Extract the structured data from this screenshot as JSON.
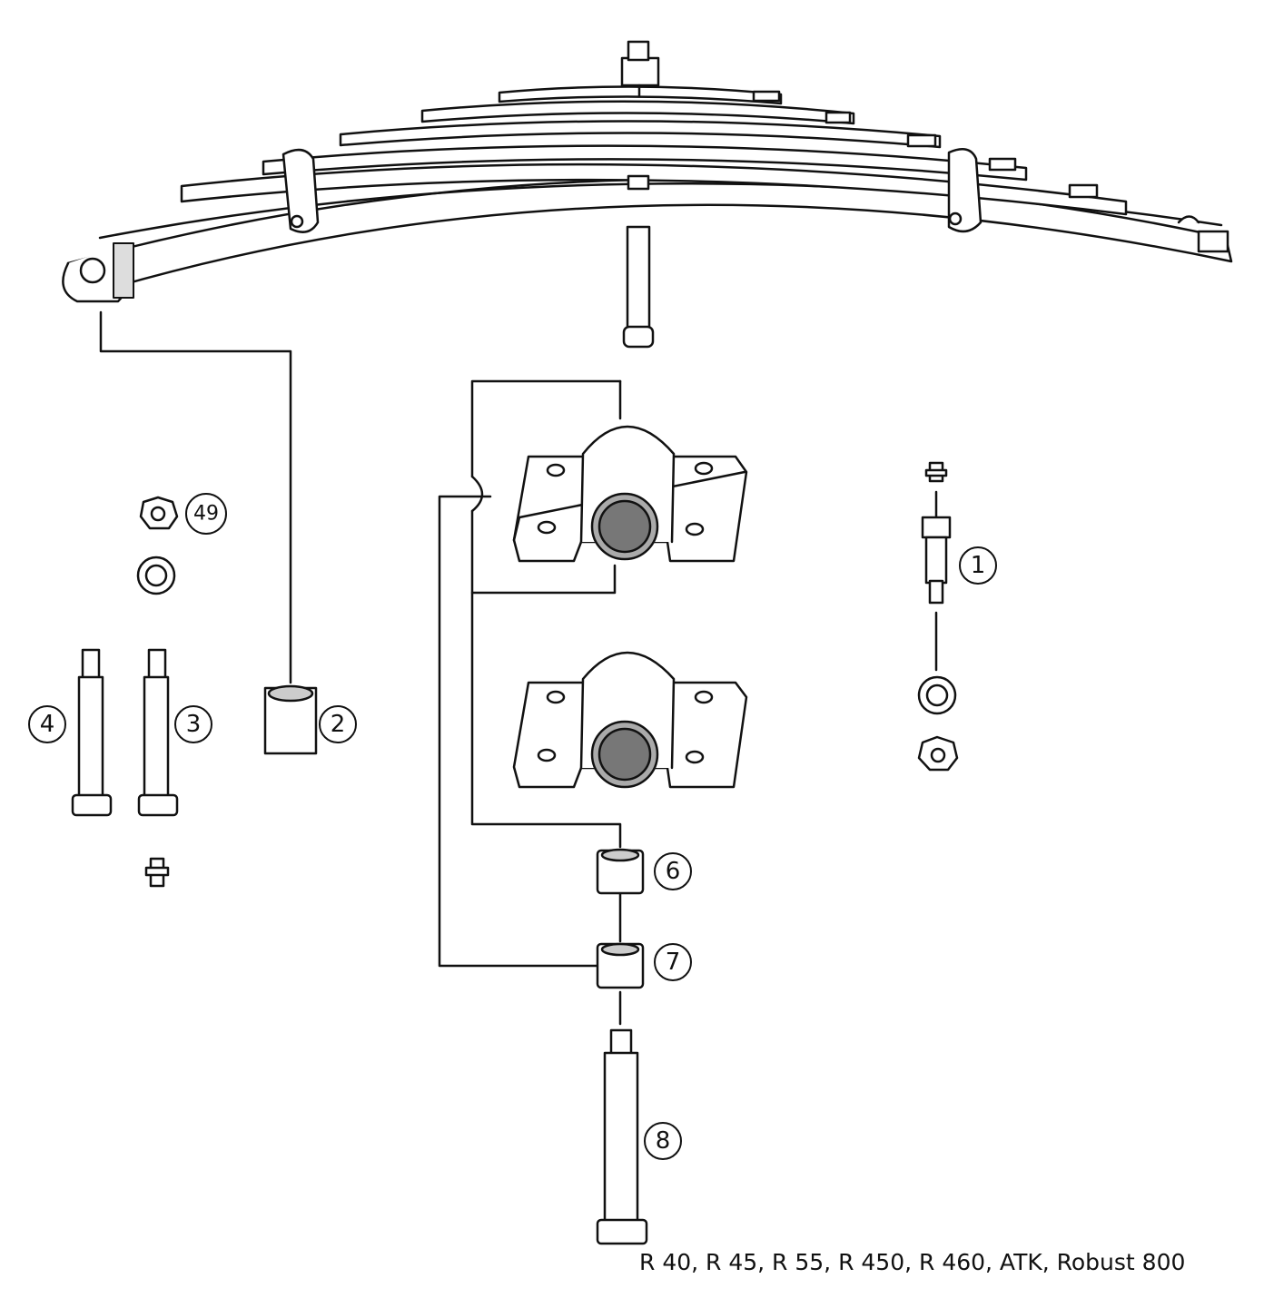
{
  "callouts": [
    {
      "id": "1",
      "label": "1"
    },
    {
      "id": "2",
      "label": "2"
    },
    {
      "id": "3",
      "label": "3"
    },
    {
      "id": "4",
      "label": "4"
    },
    {
      "id": "6",
      "label": "6"
    },
    {
      "id": "7",
      "label": "7"
    },
    {
      "id": "8",
      "label": "8"
    },
    {
      "id": "49",
      "label": "49"
    }
  ],
  "models_caption": "R 40, R 45, R 55, R 450, R 460, ATK, Robust 800"
}
